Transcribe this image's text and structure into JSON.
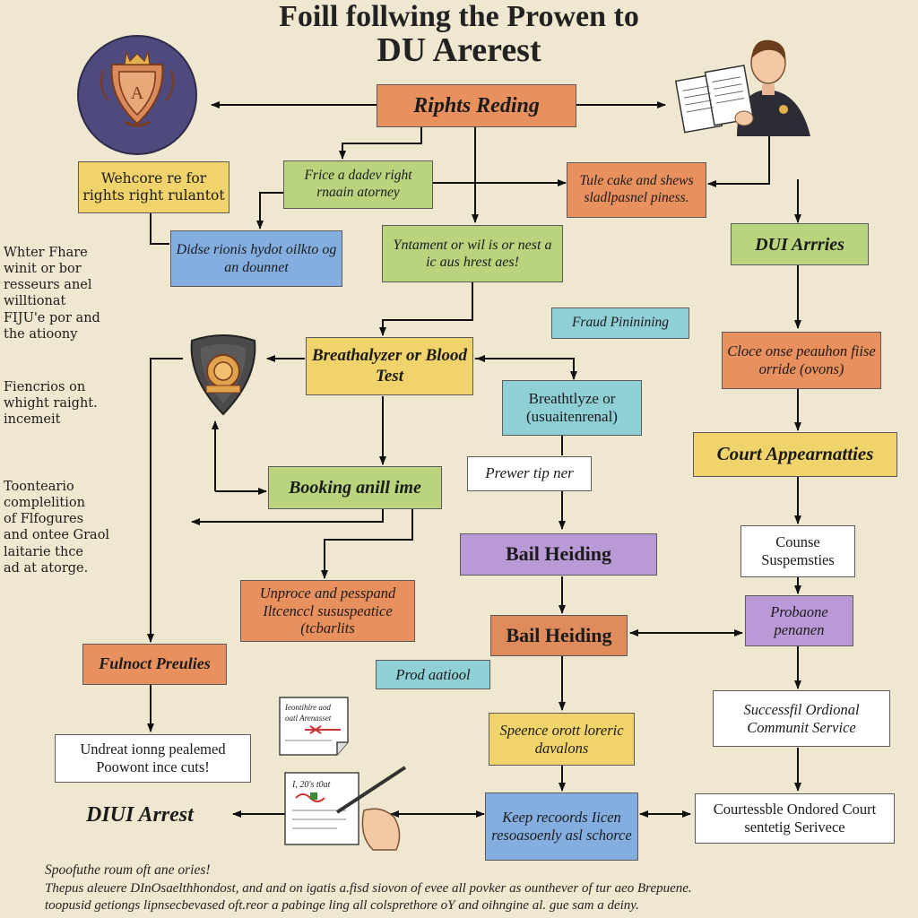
{
  "title": {
    "line1": "Foill follwing the Prowen  to",
    "line2": "DU Arerest"
  },
  "nodes": {
    "rights_reading": "Riphts Reding",
    "waiver_rights": "Wehcore re for rights right rulantot",
    "prior_right": "Frice a dadev right rnaain atorney",
    "take_steps": "Tule cake and shews sladlpasnel piness.",
    "decide_rights": "Didse rionis hydot oilkto og an dounnet",
    "statement": "Yntament or wil is or nest a ic aus hrest aes!",
    "dui_arrest_box": "DUI Arrries",
    "fraud": "Fraud Pininining",
    "close_response": "Cloce onse peauhon fiise orride (ovons)",
    "breathalyzer": "Breathalyzer or Blood Test",
    "breath_alt": "Breathtlyze or (usuaitenrenal)",
    "court_app": "Court Appearnatties",
    "booking": "Booking anill ime",
    "prewer": "Prewer tip ner",
    "counse": "Counse Suspemsties",
    "bail1": "Bail Heiding",
    "unproce": "Unproce and pesspand Iltcenccl sususpeatice (tcbarlits",
    "bail2": "Bail Heiding",
    "probaone": "Probaone penanen",
    "fulnoct": "Fulnoct Preulies",
    "prod": "Prod aatiool",
    "successful": "Successfil Ordional Communit Service",
    "speence": "Speence orott loreric davalons",
    "undreat": "Undreat ionng pealemed Poowont ince cuts!",
    "keep": "Keep recoords Iicen resoasoenly asl schorce",
    "courtess": "Courtessble Ondored Court sentetig Serivece"
  },
  "side_notes": {
    "note1": "Whter Fhare\nwinit or bor\nresseurs anel\nwilltionat\nFIJU'e por and\nthe atioony",
    "note2": "Fiencrios on\nwhight raight.\nincemeit",
    "note3": "Toonteario\ncomplelition\nof Flfogures\nand ontee Graol\nlaitarie thce\nad at atorge."
  },
  "labels": {
    "dui_arrest": "DIUI Arrest",
    "doc1_title": "Ieontihlre aod",
    "doc1_sub": "oatl Arenasset",
    "doc2_title": "I, 20's t0at"
  },
  "footer": {
    "line1": "Spoofuthe roum oft ane ories!",
    "line2": "Thepus aleuere DInOsaelthhondost, and and on igatis a.fisd siovon of evee all povker as ounthever of tur aeo Brepuene.",
    "line3": "toopusid getiongs lipnsecbevased oft.reor a pabinge ling all colsprethore oY and oihngine al. gue sam a deiny."
  },
  "colors": {
    "background": "#efe7cf",
    "orange": "#e9905f",
    "yellow": "#f1d36b",
    "green": "#b9d47c",
    "blue": "#84aee0",
    "teal": "#8fd0d6",
    "purple": "#b99ad6",
    "white": "#ffffff"
  },
  "icons": [
    "crest-emblem-icon",
    "officer-reading-icon",
    "police-badge-icon",
    "document-icon",
    "signing-document-icon"
  ]
}
